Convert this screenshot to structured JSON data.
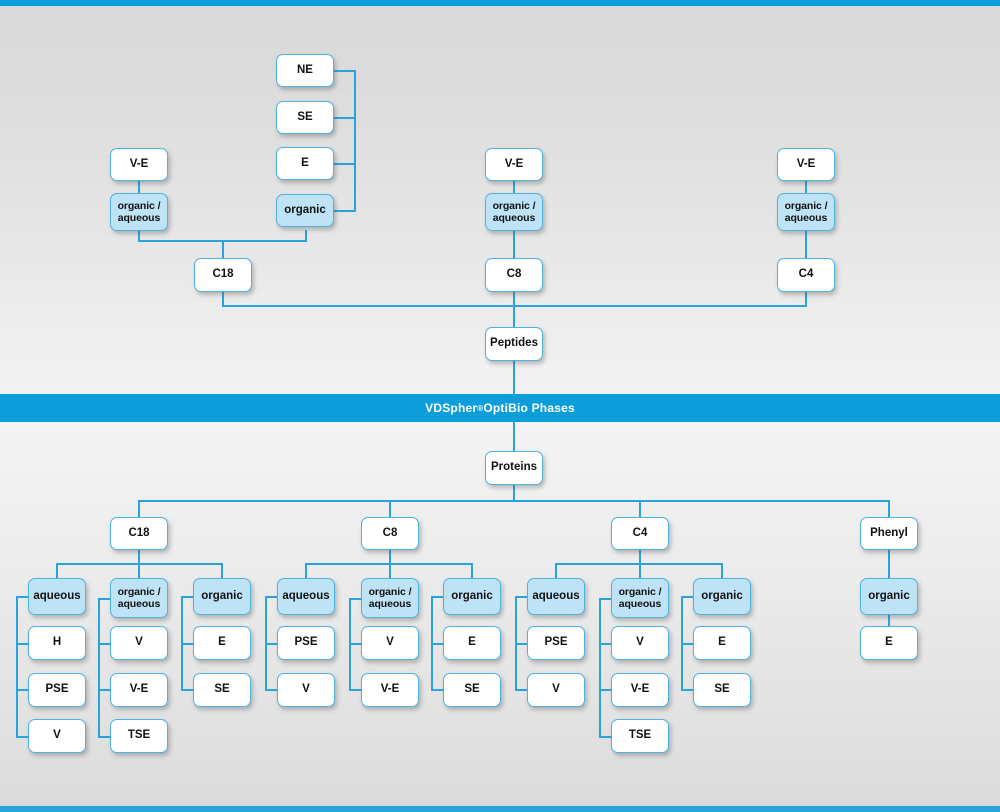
{
  "banner": {
    "brand": "VDSpher",
    "reg": "®",
    "title": " OptiBio Phases"
  },
  "colors": {
    "accent": "#0d9ddb",
    "line": "#29a3dc",
    "node_fill": "#bfe3f6",
    "node_border": "#4fb3e0",
    "node_bg": "#ffffff",
    "bg_upper": "#e3e3e3",
    "bg_lower": "#ececec",
    "banner_text": "#ffffff"
  },
  "labels": {
    "peptides": "Peptides",
    "proteins": "Proteins",
    "c18": "C18",
    "c8": "C8",
    "c4": "C4",
    "phenyl": "Phenyl",
    "ve": "V-E",
    "ne": "NE",
    "se": "SE",
    "e": "E",
    "v": "V",
    "h": "H",
    "pse": "PSE",
    "tse": "TSE",
    "organic": "organic",
    "aqueous": "aqueous",
    "organic_aqueous_1": "organic /",
    "organic_aqueous_2": "aqueous"
  },
  "peptides_section": {
    "root": "Peptides",
    "phases": [
      {
        "phase": "C18",
        "modes": [
          {
            "mode": "organic / aqueous",
            "children": [
              "V-E"
            ]
          },
          {
            "mode": "organic",
            "children": [
              "NE",
              "SE",
              "E"
            ]
          }
        ]
      },
      {
        "phase": "C8",
        "modes": [
          {
            "mode": "organic / aqueous",
            "children": [
              "V-E"
            ]
          }
        ]
      },
      {
        "phase": "C4",
        "modes": [
          {
            "mode": "organic / aqueous",
            "children": [
              "V-E"
            ]
          }
        ]
      }
    ]
  },
  "proteins_section": {
    "root": "Proteins",
    "phases": [
      {
        "phase": "C18",
        "modes": [
          {
            "mode": "aqueous",
            "children": [
              "H",
              "PSE",
              "V"
            ]
          },
          {
            "mode": "organic / aqueous",
            "children": [
              "V",
              "V-E",
              "TSE"
            ]
          },
          {
            "mode": "organic",
            "children": [
              "E",
              "SE"
            ]
          }
        ]
      },
      {
        "phase": "C8",
        "modes": [
          {
            "mode": "aqueous",
            "children": [
              "PSE",
              "V"
            ]
          },
          {
            "mode": "organic / aqueous",
            "children": [
              "V",
              "V-E"
            ]
          },
          {
            "mode": "organic",
            "children": [
              "E",
              "SE"
            ]
          }
        ]
      },
      {
        "phase": "C4",
        "modes": [
          {
            "mode": "aqueous",
            "children": [
              "PSE",
              "V"
            ]
          },
          {
            "mode": "organic / aqueous",
            "children": [
              "V",
              "V-E",
              "TSE"
            ]
          },
          {
            "mode": "organic",
            "children": [
              "E",
              "SE"
            ]
          }
        ]
      },
      {
        "phase": "Phenyl",
        "modes": [
          {
            "mode": "organic",
            "children": [
              "E"
            ]
          }
        ]
      }
    ]
  }
}
